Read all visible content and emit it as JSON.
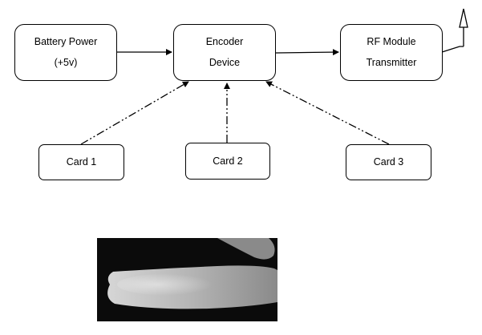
{
  "blocks": {
    "battery": {
      "line1": "Battery Power",
      "line2": "(+5v)"
    },
    "encoder": {
      "line1": "Encoder",
      "line2": "Device"
    },
    "rf": {
      "line1": "RF Module",
      "line2": "Transmitter"
    }
  },
  "cards": [
    {
      "label": "Card 1"
    },
    {
      "label": "Card 2"
    },
    {
      "label": "Card 3"
    }
  ],
  "colors": {
    "line": "#000000",
    "photo_background": "#0b0b0b",
    "photo_object": "#b8b8b8"
  },
  "icons": {
    "antenna": "antenna-icon"
  },
  "connections": [
    {
      "from": "battery",
      "to": "encoder",
      "style": "solid"
    },
    {
      "from": "encoder",
      "to": "rf",
      "style": "solid"
    },
    {
      "from": "card1",
      "to": "encoder",
      "style": "dash-dot"
    },
    {
      "from": "card2",
      "to": "encoder",
      "style": "dash-dot"
    },
    {
      "from": "card3",
      "to": "encoder",
      "style": "dash-dot"
    }
  ]
}
